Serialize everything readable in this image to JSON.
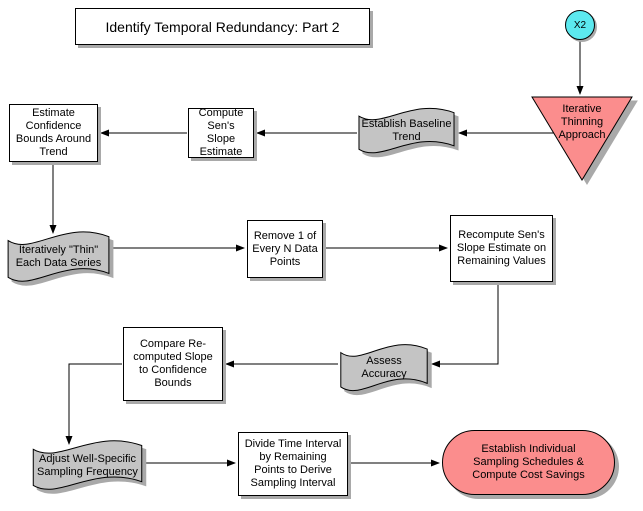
{
  "diagram": {
    "title": "Identify Temporal Redundancy: Part 2",
    "colors": {
      "process_fill": "#ffffff",
      "wave_fill": "#c4c4c4",
      "accent_fill": "#fb8d8d",
      "start_fill": "#5ce9ef",
      "border": "#000000",
      "shadow": "#a9a9a9"
    },
    "nodes": {
      "x2": {
        "label": "X2",
        "shape": "circle"
      },
      "iterative_thinning": {
        "label": "Iterative Thinning Approach",
        "shape": "inverted-triangle"
      },
      "establish_baseline": {
        "label": "Establish Baseline Trend",
        "shape": "wave"
      },
      "compute_sens_slope": {
        "label": "Compute Sen's Slope Estimate",
        "shape": "rect"
      },
      "estimate_confidence": {
        "label": "Estimate Confidence Bounds Around Trend",
        "shape": "rect"
      },
      "iteratively_thin": {
        "label": "Iteratively \"Thin\" Each Data Series",
        "shape": "wave"
      },
      "remove_points": {
        "label": "Remove 1 of Every N Data Points",
        "shape": "rect"
      },
      "recompute_sens": {
        "label": "Recompute Sen's Slope Estimate on Remaining Values",
        "shape": "rect"
      },
      "assess_accuracy": {
        "label": "Assess Accuracy",
        "shape": "wave"
      },
      "compare_slope": {
        "label": "Compare Re-computed Slope to Confidence Bounds",
        "shape": "rect"
      },
      "adjust_frequency": {
        "label": "Adjust Well-Specific Sampling Frequency",
        "shape": "wave"
      },
      "divide_interval": {
        "label": "Divide Time Interval by Remaining Points to Derive Sampling Interval",
        "shape": "rect"
      },
      "establish_schedules": {
        "label": "Establish Individual Sampling Schedules & Compute Cost Savings",
        "shape": "stadium"
      }
    },
    "edges": [
      {
        "from": "x2",
        "to": "iterative_thinning"
      },
      {
        "from": "iterative_thinning",
        "to": "establish_baseline"
      },
      {
        "from": "establish_baseline",
        "to": "compute_sens_slope"
      },
      {
        "from": "compute_sens_slope",
        "to": "estimate_confidence"
      },
      {
        "from": "estimate_confidence",
        "to": "iteratively_thin"
      },
      {
        "from": "iteratively_thin",
        "to": "remove_points"
      },
      {
        "from": "remove_points",
        "to": "recompute_sens"
      },
      {
        "from": "recompute_sens",
        "to": "assess_accuracy"
      },
      {
        "from": "assess_accuracy",
        "to": "compare_slope"
      },
      {
        "from": "compare_slope",
        "to": "adjust_frequency"
      },
      {
        "from": "adjust_frequency",
        "to": "divide_interval"
      },
      {
        "from": "divide_interval",
        "to": "establish_schedules"
      }
    ]
  }
}
